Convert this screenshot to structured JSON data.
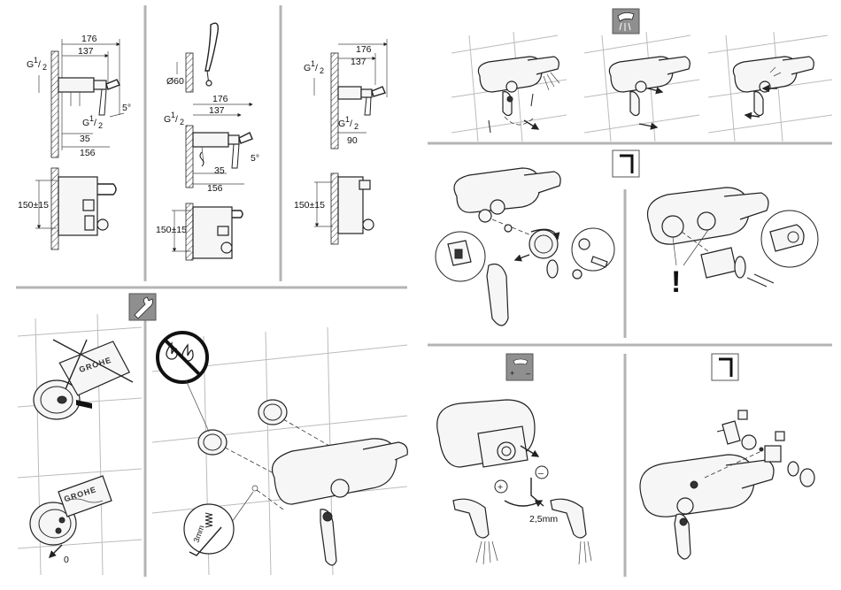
{
  "brand": {
    "text": "GROHE"
  },
  "dimensions": {
    "panel1": {
      "d176": "176",
      "d137": "137",
      "thread": "G",
      "thread_sup": "1",
      "thread_sub": "2",
      "d35": "35",
      "d156": "156",
      "angle": "5°",
      "height": "150±15"
    },
    "panel2": {
      "diameter": "Ø60",
      "d176": "176",
      "d137": "137",
      "thread": "G",
      "thread_sup": "1",
      "thread_sub": "2",
      "d35": "35",
      "d156": "156",
      "angle": "5°",
      "height": "150±15"
    },
    "panel3": {
      "d176": "176",
      "d137": "137",
      "thread": "G",
      "thread_sup": "1",
      "thread_sub": "2",
      "d90": "90",
      "height": "150±15"
    }
  },
  "annotations": {
    "zero_mark": "0",
    "spring_size": "3mm",
    "allen_key_size": "2,5mm",
    "plus": "+",
    "minus": "–",
    "warning": "!"
  },
  "icons": [
    "wrench-icon",
    "shower-spray-icon",
    "allen-key-icon",
    "temperature-adjust-icon",
    "no-drops-icon"
  ]
}
